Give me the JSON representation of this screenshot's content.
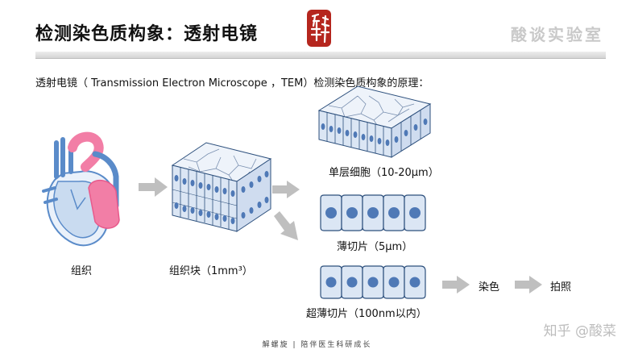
{
  "header": {
    "title": "检测染色质构象：透射电镜",
    "brand": "酸谈实验室"
  },
  "intro_text": "透射电镜（ Transmission Electron Microscope ，TEM）检测染色质构象的原理：",
  "diagram": {
    "tissue_label": "组织",
    "tissue_block_label": "组织块（1mm³）",
    "single_cell_label": "单层细胞（10-20μm）",
    "thin_section_label": "薄切片（5μm）",
    "ultrathin_section_label": "超薄切片（100nm以内）",
    "stain_label": "染色",
    "photo_label": "拍照"
  },
  "footer": {
    "text": "解螺旋  |  陪伴医生科研成长"
  },
  "watermark": "知乎 @酸菜",
  "colors": {
    "arrow": "#bfbfbf",
    "cell_fill": "#dbe6f4",
    "cell_stroke": "#2c4f7c",
    "nucleus": "#4f79b6",
    "heart_pink": "#f27ea6",
    "heart_blue": "#5a8bc9",
    "seal_red": "#b5261e"
  }
}
